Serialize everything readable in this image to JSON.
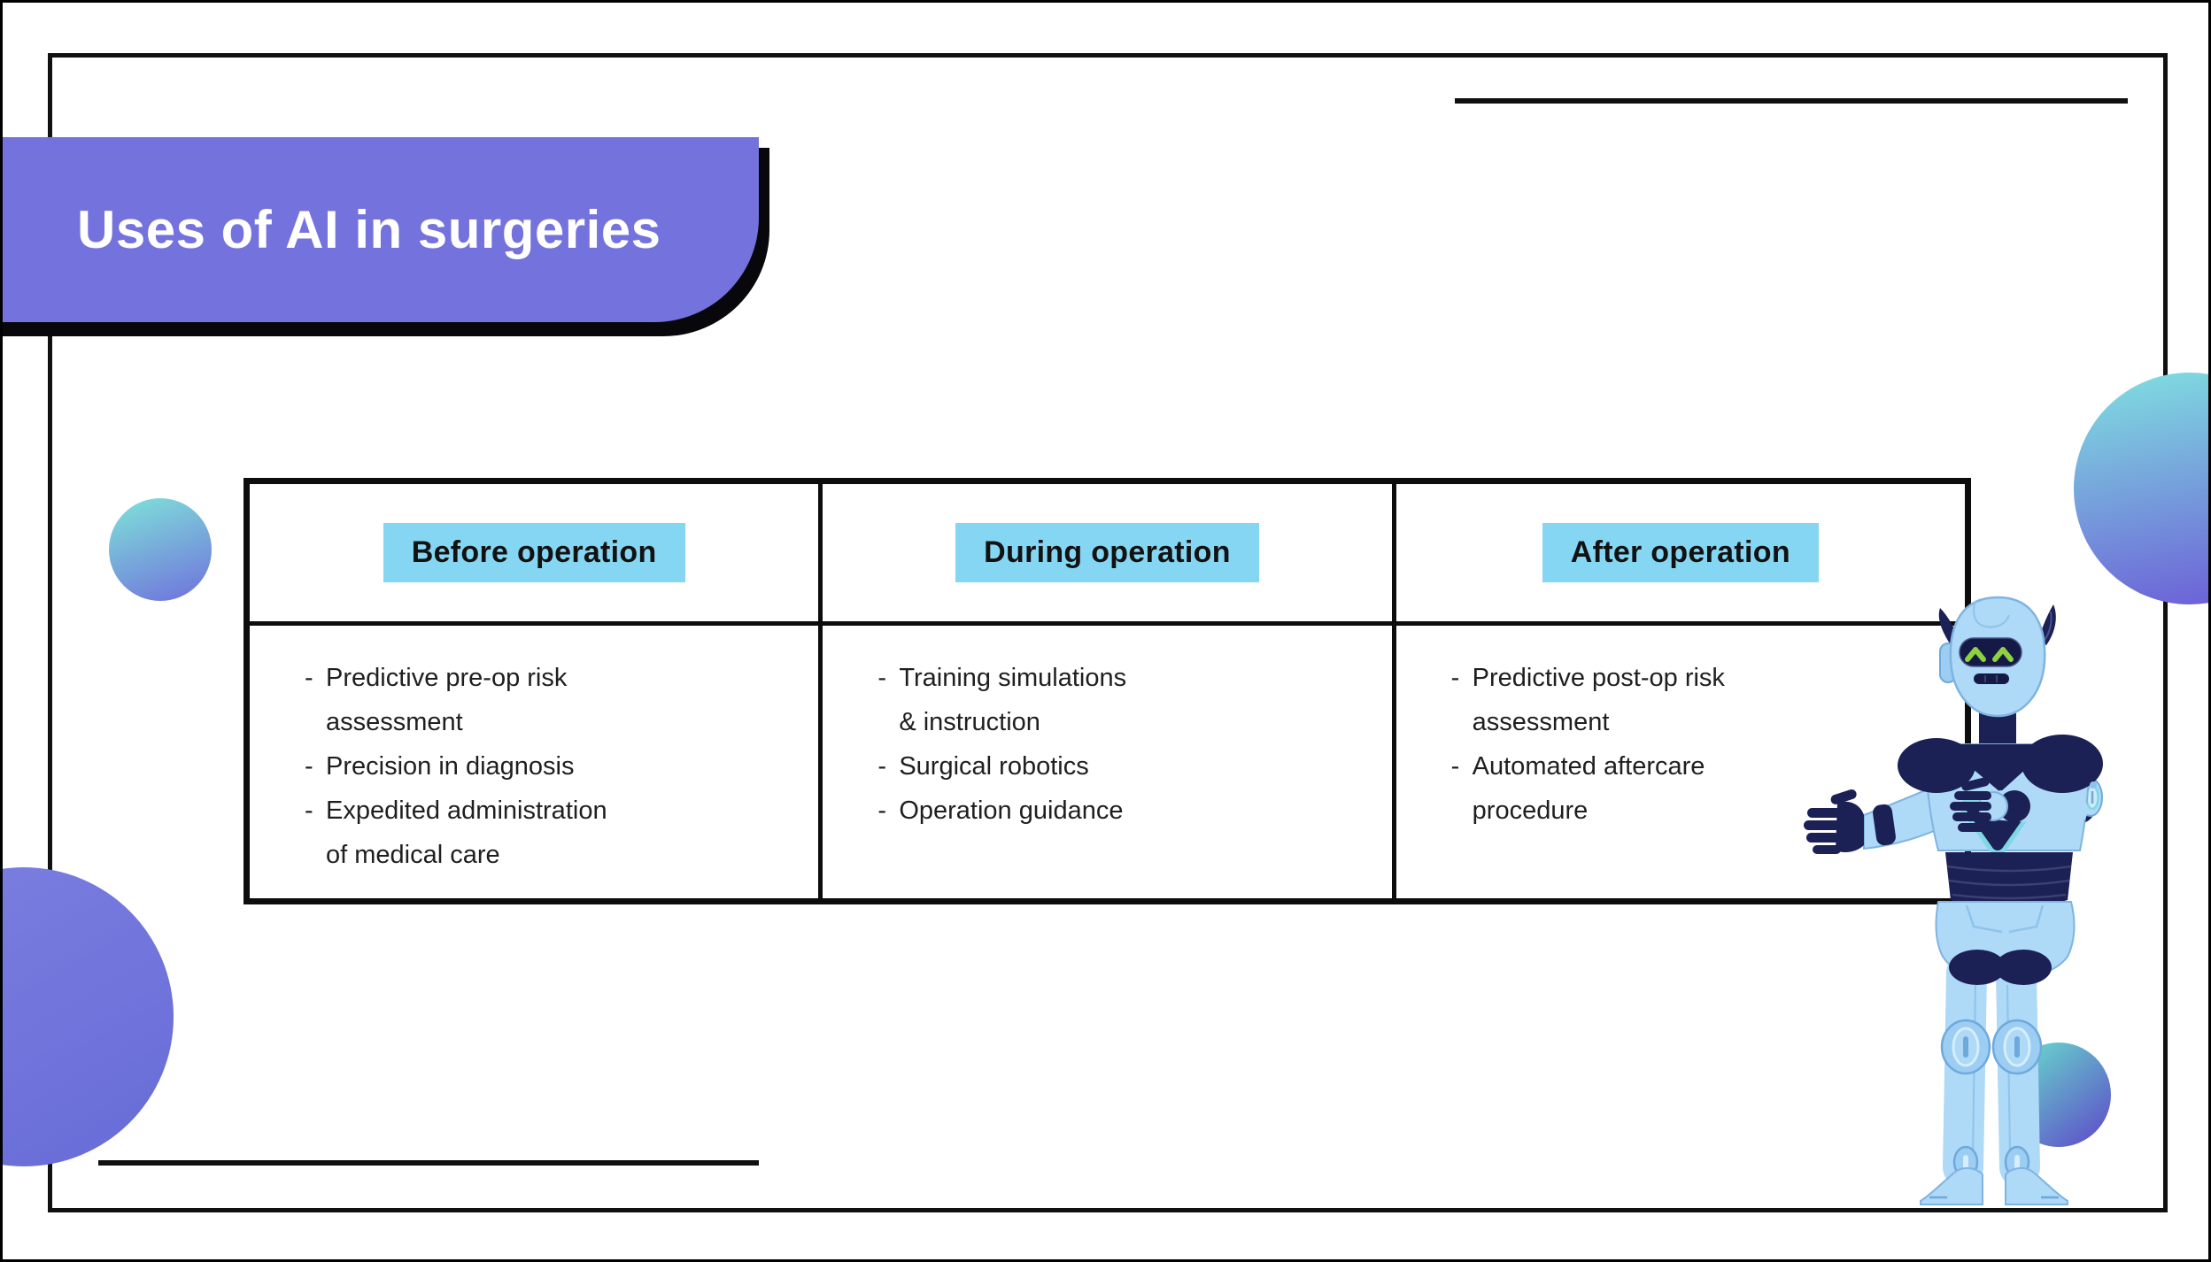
{
  "banner": {
    "title": "Uses of AI in surgeries"
  },
  "table": {
    "bullet": "-",
    "columns": [
      {
        "header": "Before operation",
        "items": [
          {
            "lines": [
              "Predictive pre-op risk",
              "assessment"
            ]
          },
          {
            "lines": [
              "Precision in diagnosis"
            ]
          },
          {
            "lines": [
              "Expedited administration",
              "of medical care"
            ]
          }
        ]
      },
      {
        "header": "During operation",
        "items": [
          {
            "lines": [
              "Training simulations",
              "& instruction"
            ]
          },
          {
            "lines": [
              "Surgical robotics"
            ]
          },
          {
            "lines": [
              "Operation guidance"
            ]
          }
        ]
      },
      {
        "header": "After operation",
        "items": [
          {
            "lines": [
              "Predictive post-op risk",
              "assessment"
            ]
          },
          {
            "lines": [
              "Automated aftercare",
              "procedure"
            ]
          }
        ]
      }
    ]
  },
  "illustration": {
    "name": "friendly-robot-mascot"
  },
  "colors": {
    "banner_purple": "#7472dc",
    "header_badge_blue": "#85d6f2",
    "ink_black": "#101010",
    "body_text": "#1f1f1f",
    "gradient_teal": "#7edcdf",
    "gradient_purple": "#6c5fd7",
    "robot_light_blue": "#aed9f7",
    "robot_navy": "#1b2055",
    "robot_eye_green": "#8ed23f",
    "robot_teal_accent": "#7ed8e4"
  }
}
